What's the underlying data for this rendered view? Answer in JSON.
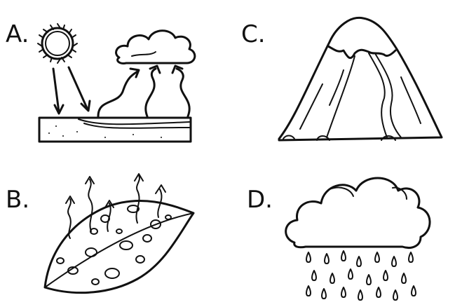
{
  "panels": [
    {
      "label": "A."
    },
    {
      "label": "B."
    },
    {
      "label": "C."
    },
    {
      "label": "D."
    }
  ]
}
